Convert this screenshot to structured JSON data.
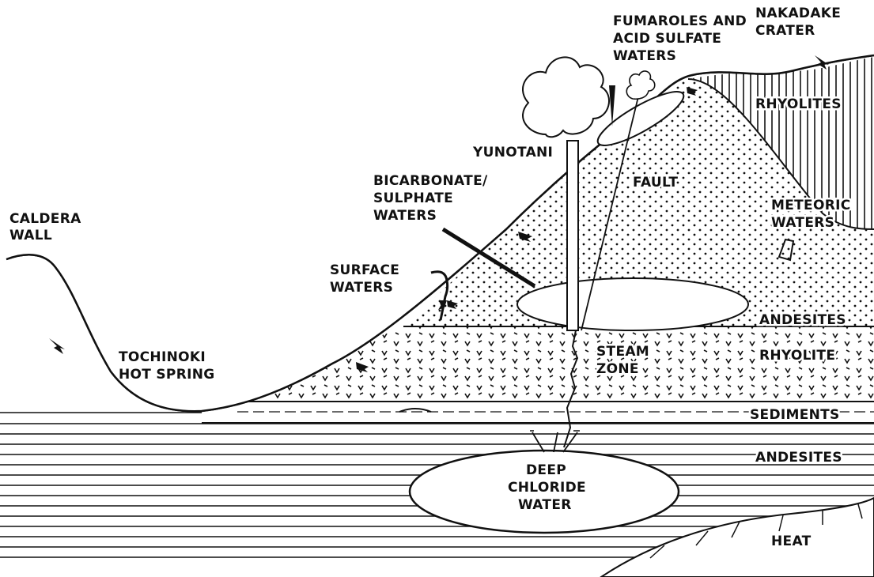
{
  "colors": {
    "ink": "#111111",
    "paper": "#ffffff"
  },
  "labels": {
    "caldera_wall": [
      "CALDERA",
      "WALL"
    ],
    "tochinoki": [
      "TOCHINOKI",
      "HOT SPRING"
    ],
    "surface_waters": [
      "SURFACE",
      "WATERS"
    ],
    "bicarbonate": [
      "BICARBONATE/",
      "SULPHATE",
      "WATERS"
    ],
    "yunotani": "YUNOTANI",
    "fumaroles": [
      "FUMAROLES AND",
      "ACID SULFATE",
      "WATERS"
    ],
    "nakadake": [
      "NAKADAKE",
      "CRATER"
    ],
    "fault": "FAULT",
    "meteoric": [
      "METEORIC",
      "WATERS"
    ],
    "steam_zone": [
      "STEAM",
      "ZONE"
    ],
    "deep_chloride": [
      "DEEP",
      "CHLORIDE",
      "WATER"
    ],
    "layers": {
      "rhyolites_top": "RHYOLITES",
      "andesites_upper": "ANDESITES",
      "rhyolite_band": "RHYOLITE",
      "sediments": "SEDIMENTS",
      "andesites_lower": "ANDESITES",
      "heat": "HEAT"
    }
  }
}
